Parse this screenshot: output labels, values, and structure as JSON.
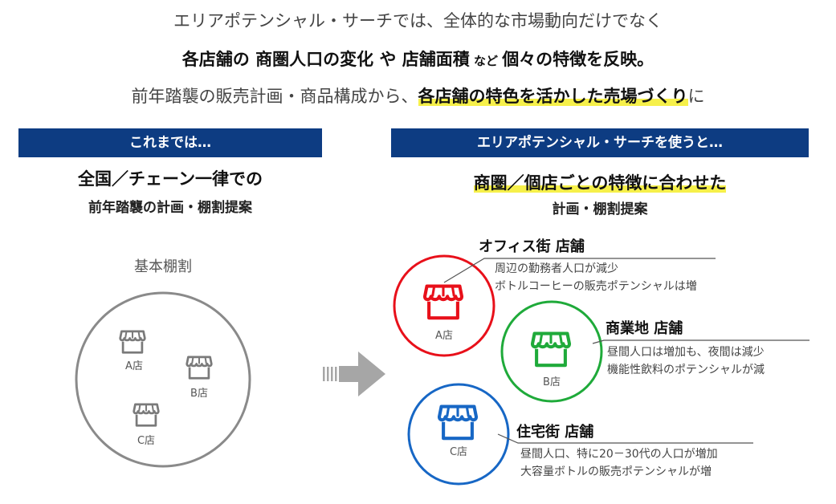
{
  "intro": {
    "line1": "エリアポテンシャル・サーチでは、全体的な市場動向だけでなく",
    "line2_part1": "各店舗の 商圏人口の変化 や 店舗面積",
    "line2_small": " など ",
    "line2_part2": "個々の特徴を反映。",
    "line3_part1": "前年踏襲の販売計画・商品構成から、",
    "line3_highlight": "各店舗の特色を活かした売場づくり",
    "line3_part2": "に"
  },
  "left": {
    "header": "これまでは…",
    "subtitle1": "全国／チェーン一律での",
    "subtitle2": "前年踏襲の計画・棚割提案",
    "basic_label": "基本棚割",
    "stores": [
      "A店",
      "B店",
      "C店"
    ]
  },
  "right": {
    "header": "エリアポテンシャル・サーチを使うと…",
    "subtitle1": "商圏／個店ごとの特徴に合わせた",
    "subtitle2": "計画・棚割提案",
    "stores": [
      {
        "name": "A店",
        "title": "オフィス街 店舗",
        "desc1": "周辺の勤務者人口が減少",
        "desc2": "ボトルコーヒーの販売ポテンシャルは増",
        "color": "#e8101a"
      },
      {
        "name": "B店",
        "title": "商業地 店舗",
        "desc1": "昼間人口は増加も、夜間は減少",
        "desc2": "機能性飲料のポテンシャルが減",
        "color": "#1faa3a"
      },
      {
        "name": "C店",
        "title": "住宅街 店舗",
        "desc1": "昼間人口、特に20－30代の人口が増加",
        "desc2": "大容量ボトルの販売ポテンシャルが増",
        "color": "#1767c5"
      }
    ]
  },
  "colors": {
    "header_bg": "#0d3c82",
    "highlight": "#f6f04a",
    "gray_icon": "#7a7a7a",
    "arrow": "#a6a6a6"
  }
}
